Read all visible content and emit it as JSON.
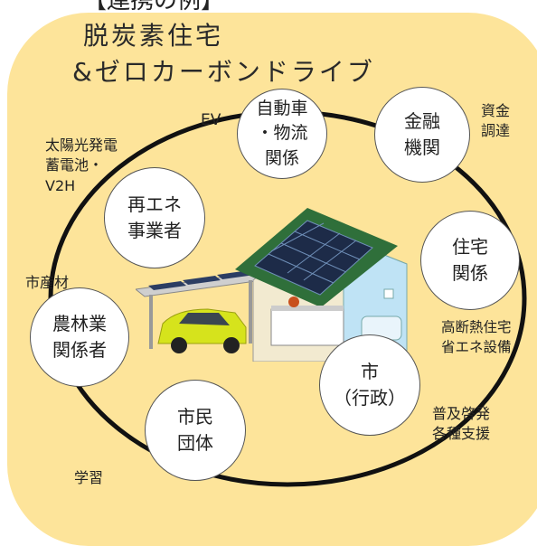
{
  "header_cut": "【連携の例】",
  "title_line1": "脱炭素住宅",
  "title_line2": "&ゼロカーボンドライブ",
  "nodes": {
    "auto": "自動車\n・物流\n関係",
    "finance": "金融\n機関",
    "renewable": "再エネ\n事業者",
    "housing": "住宅\n関係",
    "agri": "農林業\n関係者",
    "city": "市\n（行政）",
    "citizen": "市民\n団体"
  },
  "labels": {
    "ev": "EV",
    "funding": "資金\n調達",
    "solar": "太陽光発電\n蓄電池・\nV2H",
    "timber": "市産材",
    "insulation": "高断熱住宅\n省エネ設備",
    "promotion": "普及啓発\n各種支援",
    "learning": "学習"
  },
  "colors": {
    "panel": "#fde49a",
    "ring": "#111111",
    "car": "#d6e31c",
    "roof": "#8a8a8a",
    "wall": "#bfe3f5"
  }
}
